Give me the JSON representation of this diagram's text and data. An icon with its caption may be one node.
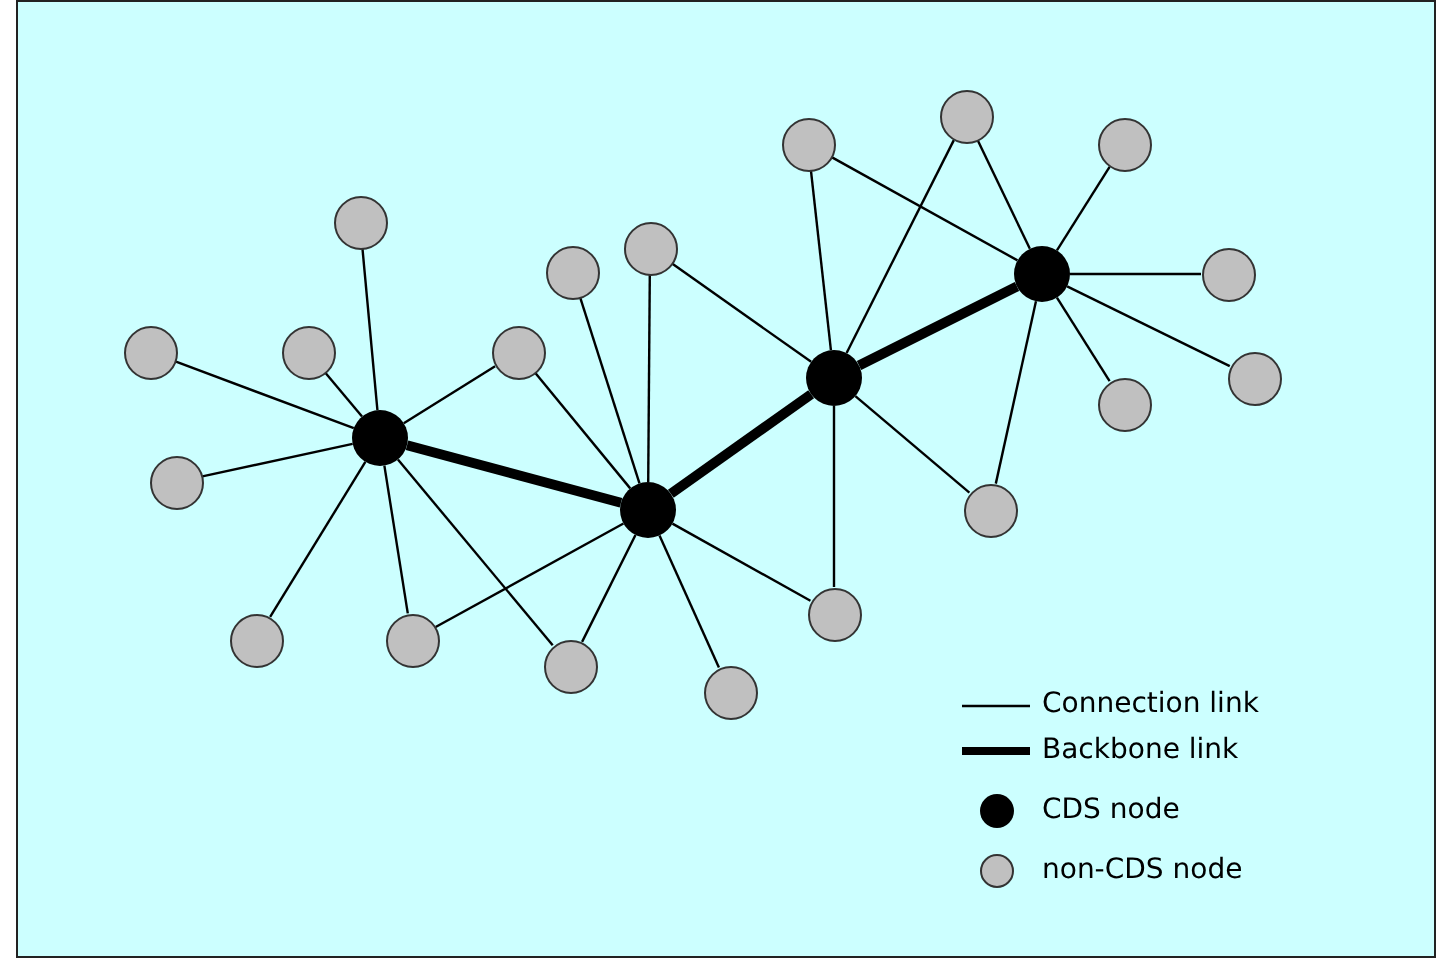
{
  "diagram": {
    "nodes": [
      {
        "text": [],
        "shape": "circle"
      },
      {
        "text": [],
        "shape": "circle"
      },
      {
        "text": [],
        "shape": "circle"
      },
      {
        "text": [],
        "shape": "circle"
      },
      {
        "text": [],
        "shape": "circle"
      },
      {
        "text": [],
        "shape": "circle"
      },
      {
        "text": [],
        "shape": "circle"
      },
      {
        "text": [],
        "shape": "circle"
      },
      {
        "text": [],
        "shape": "circle"
      },
      {
        "text": [],
        "shape": "circle"
      },
      {
        "text": [],
        "shape": "circle"
      },
      {
        "text": [],
        "shape": "circle"
      },
      {
        "text": [],
        "shape": "circle"
      },
      {
        "text": [],
        "shape": "circle"
      },
      {
        "text": [],
        "shape": "circle"
      },
      {
        "text": [],
        "shape": "circle"
      },
      {
        "text": [],
        "shape": "circle"
      },
      {
        "text": [],
        "shape": "circle"
      },
      {
        "text": [],
        "shape": "circle"
      },
      {
        "text": [],
        "shape": "circle"
      },
      {
        "text": [],
        "shape": "circle"
      },
      {
        "text": [],
        "shape": "circle"
      },
      {
        "text": [],
        "shape": "circle"
      }
    ],
    "edges": [
      {
        "from": 0,
        "to": 1,
        "arrow": "none",
        "style": "thick"
      },
      {
        "from": 1,
        "to": 2,
        "arrow": "none",
        "style": "thick"
      },
      {
        "from": 2,
        "to": 3,
        "arrow": "none",
        "style": "thick"
      },
      {
        "from": 4,
        "to": 0,
        "arrow": "none"
      },
      {
        "from": 5,
        "to": 0,
        "arrow": "none"
      },
      {
        "from": 6,
        "to": 0,
        "arrow": "none"
      },
      {
        "from": 7,
        "to": 0,
        "arrow": "none"
      },
      {
        "from": 7,
        "to": 1,
        "arrow": "none"
      },
      {
        "from": 8,
        "to": 0,
        "arrow": "none"
      },
      {
        "from": 9,
        "to": 0,
        "arrow": "none"
      },
      {
        "from": 10,
        "to": 0,
        "arrow": "none"
      },
      {
        "from": 10,
        "to": 1,
        "arrow": "none"
      },
      {
        "from": 11,
        "to": 0,
        "arrow": "none"
      },
      {
        "from": 11,
        "to": 1,
        "arrow": "none"
      },
      {
        "from": 12,
        "to": 1,
        "arrow": "none"
      },
      {
        "from": 13,
        "to": 1,
        "arrow": "none"
      },
      {
        "from": 13,
        "to": 2,
        "arrow": "none"
      },
      {
        "from": 14,
        "to": 1,
        "arrow": "none"
      },
      {
        "from": 15,
        "to": 1,
        "arrow": "none"
      },
      {
        "from": 15,
        "to": 2,
        "arrow": "none"
      },
      {
        "from": 16,
        "to": 2,
        "arrow": "none"
      },
      {
        "from": 16,
        "to": 3,
        "arrow": "none"
      },
      {
        "from": 17,
        "to": 2,
        "arrow": "none"
      },
      {
        "from": 17,
        "to": 3,
        "arrow": "none"
      },
      {
        "from": 18,
        "to": 3,
        "arrow": "none"
      },
      {
        "from": 19,
        "to": 3,
        "arrow": "none"
      },
      {
        "from": 20,
        "to": 3,
        "arrow": "none"
      },
      {
        "from": 21,
        "to": 3,
        "arrow": "none"
      },
      {
        "from": 22,
        "to": 2,
        "arrow": "none"
      },
      {
        "from": 22,
        "to": 3,
        "arrow": "none"
      }
    ],
    "legend": [
      {
        "text": "Connection link"
      },
      {
        "text": "Backbone link"
      },
      {
        "text": "CDS node"
      },
      {
        "text": "non-CDS node"
      }
    ]
  }
}
